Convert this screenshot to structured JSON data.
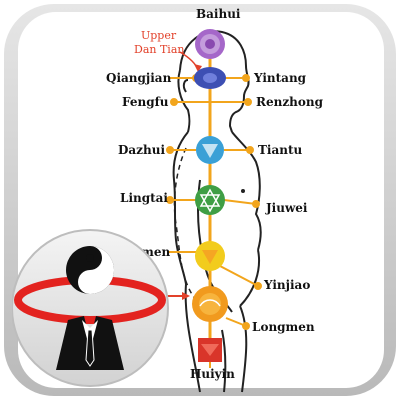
{
  "labels": {
    "upper_dan_tian_line1": "Upper",
    "upper_dan_tian_line2": "Dan Tian",
    "baihui": "Baihui",
    "qiangjian": "Qiangjian",
    "yintang": "Yintang",
    "fengfu": "Fengfu",
    "renzhong": "Renzhong",
    "dazhui": "Dazhui",
    "tiantu": "Tiantu",
    "lingtai": "Lingtai",
    "jiuwei": "Jiuwei",
    "mingmen": "ngmen",
    "yinjiao": "Yinjiao",
    "longmen": "Longmen",
    "huiyin": "Huiyin"
  },
  "chakra_colors": {
    "crown": "#a567c9",
    "third_eye": "#3d4fb3",
    "throat": "#3aa0d6",
    "heart": "#3f9e45",
    "solar_plexus": "#f2cc1d",
    "sacral": "#f19a1e",
    "root": "#d9352a"
  },
  "accent_colors": {
    "connector": "#f2a51c",
    "red_label": "#e2412a",
    "tile_frame": "#cfcfcf",
    "logo_red": "#e3231f",
    "logo_black": "#111111"
  }
}
